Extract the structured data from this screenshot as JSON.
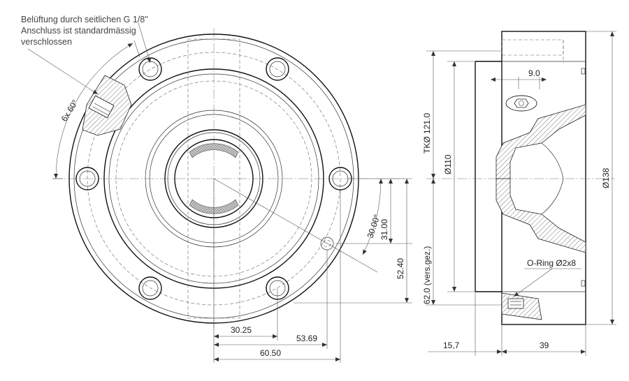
{
  "note": {
    "line1": "Belüftung durch seitlichen G 1/8\"",
    "line2": "Anschluss ist standardmässig",
    "line3": "verschlossen"
  },
  "dimensions": {
    "bolt_angle": "6x 60°",
    "d_30_25": "30.25",
    "d_53_69": "53.69",
    "d_60_50": "60.50",
    "d_31_00": "31.00",
    "d_52_40": "52.40",
    "angle_30": "30.00°",
    "d_9_0": "9.0",
    "tk_121": "TKØ 121.0",
    "d_110": "Ø110",
    "d_138": "Ø138",
    "d_62": "62.0 (vers.gez.)",
    "oring": "O-Ring Ø2x8",
    "d_15_7": "15,7",
    "d_39": "39"
  }
}
